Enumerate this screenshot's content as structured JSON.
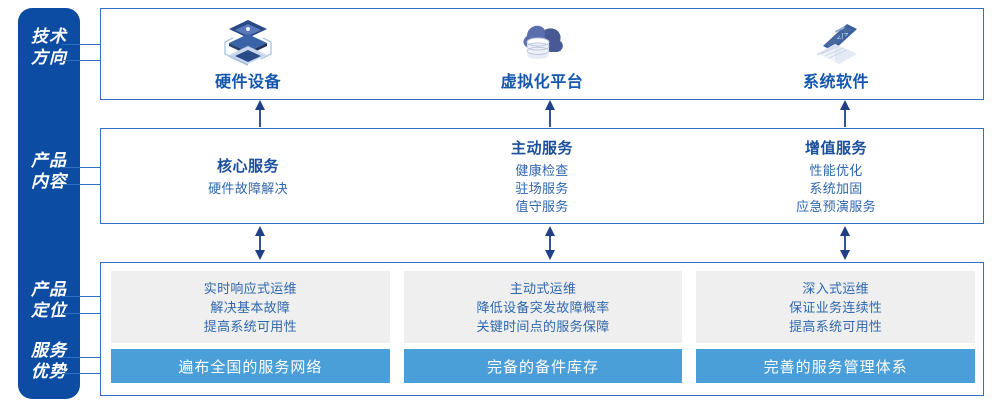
{
  "colors": {
    "rail_blue": "#0c4ca3",
    "panel_border": "#2f6fc4",
    "title_blue": "#1557ae",
    "text_blue": "#2f67ae",
    "grey_box": "#efefef",
    "advantage_blue": "#4b9fd8",
    "arrow_navy": "#1f3f87"
  },
  "rail": {
    "items": [
      {
        "name": "tech-direction",
        "lines": [
          "技术",
          "方向"
        ]
      },
      {
        "name": "product-content",
        "lines": [
          "产品",
          "内容"
        ]
      },
      {
        "name": "product-positioning",
        "lines": [
          "产品",
          "定位"
        ]
      },
      {
        "name": "service-advantage",
        "lines": [
          "服务",
          "优势"
        ]
      }
    ]
  },
  "tech_direction": {
    "cells": [
      {
        "icon": "server-stack-icon",
        "label": "硬件设备"
      },
      {
        "icon": "cloud-database-icon",
        "label": "虚拟化平台"
      },
      {
        "icon": "laptop-code-icon",
        "label": "系统软件"
      }
    ]
  },
  "product_content": {
    "cells": [
      {
        "title": "核心服务",
        "items": [
          "硬件故障解决"
        ]
      },
      {
        "title": "主动服务",
        "items": [
          "健康检查",
          "驻场服务",
          "值守服务"
        ]
      },
      {
        "title": "增值服务",
        "items": [
          "性能优化",
          "系统加固",
          "应急预演服务"
        ]
      }
    ]
  },
  "bottom": {
    "columns": [
      {
        "positioning": [
          "实时响应式运维",
          "解决基本故障",
          "提高系统可用性"
        ],
        "advantage": "遍布全国的服务网络"
      },
      {
        "positioning": [
          "主动式运维",
          "降低设备突发故障概率",
          "关键时间点的服务保障"
        ],
        "advantage": "完备的备件库存"
      },
      {
        "positioning": [
          "深入式运维",
          "保证业务连续性",
          "提高系统可用性"
        ],
        "advantage": "完善的服务管理体系"
      }
    ]
  },
  "arrows": {
    "up_arrows": [
      {
        "name": "arrow-up-hardware"
      },
      {
        "name": "arrow-up-virtualization"
      },
      {
        "name": "arrow-up-system-software"
      }
    ],
    "double_arrows": [
      {
        "name": "arrow-double-core-service"
      },
      {
        "name": "arrow-double-active-service"
      },
      {
        "name": "arrow-double-value-service"
      }
    ]
  }
}
